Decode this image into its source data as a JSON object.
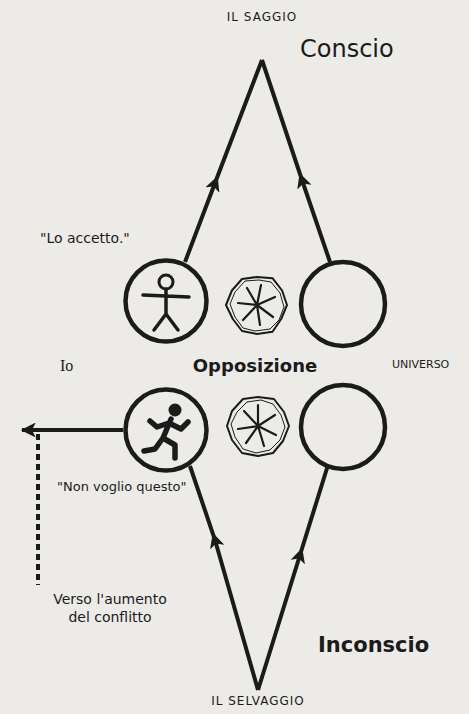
{
  "diagram": {
    "nodes": [
      {
        "text": [
          "\"Lo accetto.\""
        ]
      },
      {
        "text": [
          "\"Non voglio questo\""
        ]
      }
    ],
    "labels": [
      "IL SAGGIO",
      "Conscio",
      "Io",
      "Opposizione",
      "UNIVERSO",
      "Verso l'aumento del conflitto",
      "Inconscio",
      "IL SELVAGGIO"
    ]
  }
}
